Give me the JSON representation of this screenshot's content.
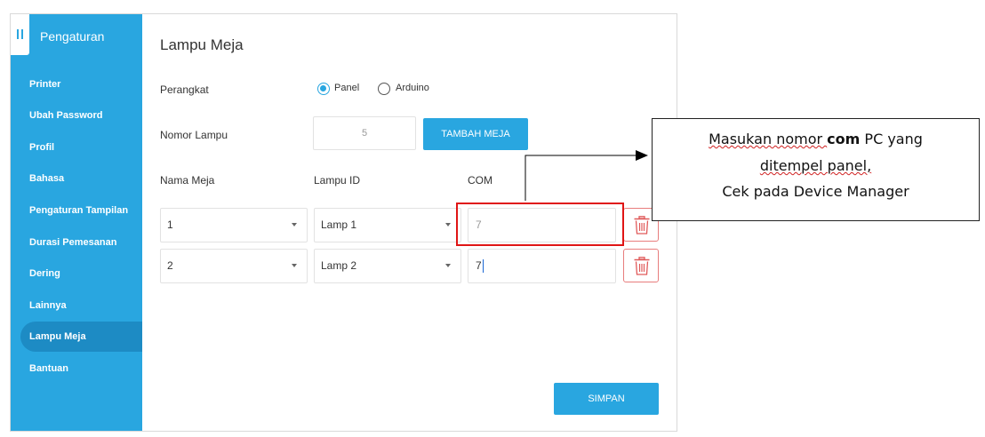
{
  "sidebar": {
    "title": "Pengaturan",
    "toggle_icon": "panel-toggle-icon",
    "items": [
      {
        "label": "Printer"
      },
      {
        "label": "Ubah Password"
      },
      {
        "label": "Profil"
      },
      {
        "label": "Bahasa"
      },
      {
        "label": "Pengaturan Tampilan"
      },
      {
        "label": "Durasi Pemesanan"
      },
      {
        "label": "Dering"
      },
      {
        "label": "Lainnya"
      },
      {
        "label": "Lampu Meja",
        "active": true
      },
      {
        "label": "Bantuan"
      }
    ]
  },
  "main": {
    "title": "Lampu Meja",
    "perangkat": {
      "label": "Perangkat",
      "options": [
        "Panel",
        "Arduino"
      ],
      "selected": "Panel"
    },
    "nomor_lampu": {
      "label": "Nomor Lampu",
      "value": "5",
      "add_button": "TAMBAH MEJA"
    },
    "table": {
      "headers": [
        "Nama Meja",
        "Lampu ID",
        "COM"
      ],
      "rows": [
        {
          "nama_meja": "1",
          "lampu_id": "Lamp 1",
          "com": "7"
        },
        {
          "nama_meja": "2",
          "lampu_id": "Lamp 2",
          "com": "7"
        }
      ]
    },
    "save_button": "SIMPAN"
  },
  "annotation": {
    "line1_before": "Masukan nomor ",
    "line1_bold": "com",
    "line1_after": " PC yang",
    "line2": "ditempel panel,",
    "line3": "Cek pada Device Manager",
    "highlight_color": "#e01515"
  },
  "colors": {
    "accent": "#29a6e0",
    "sidebar_active": "#1d8bc4",
    "danger": "#e87d7d"
  }
}
